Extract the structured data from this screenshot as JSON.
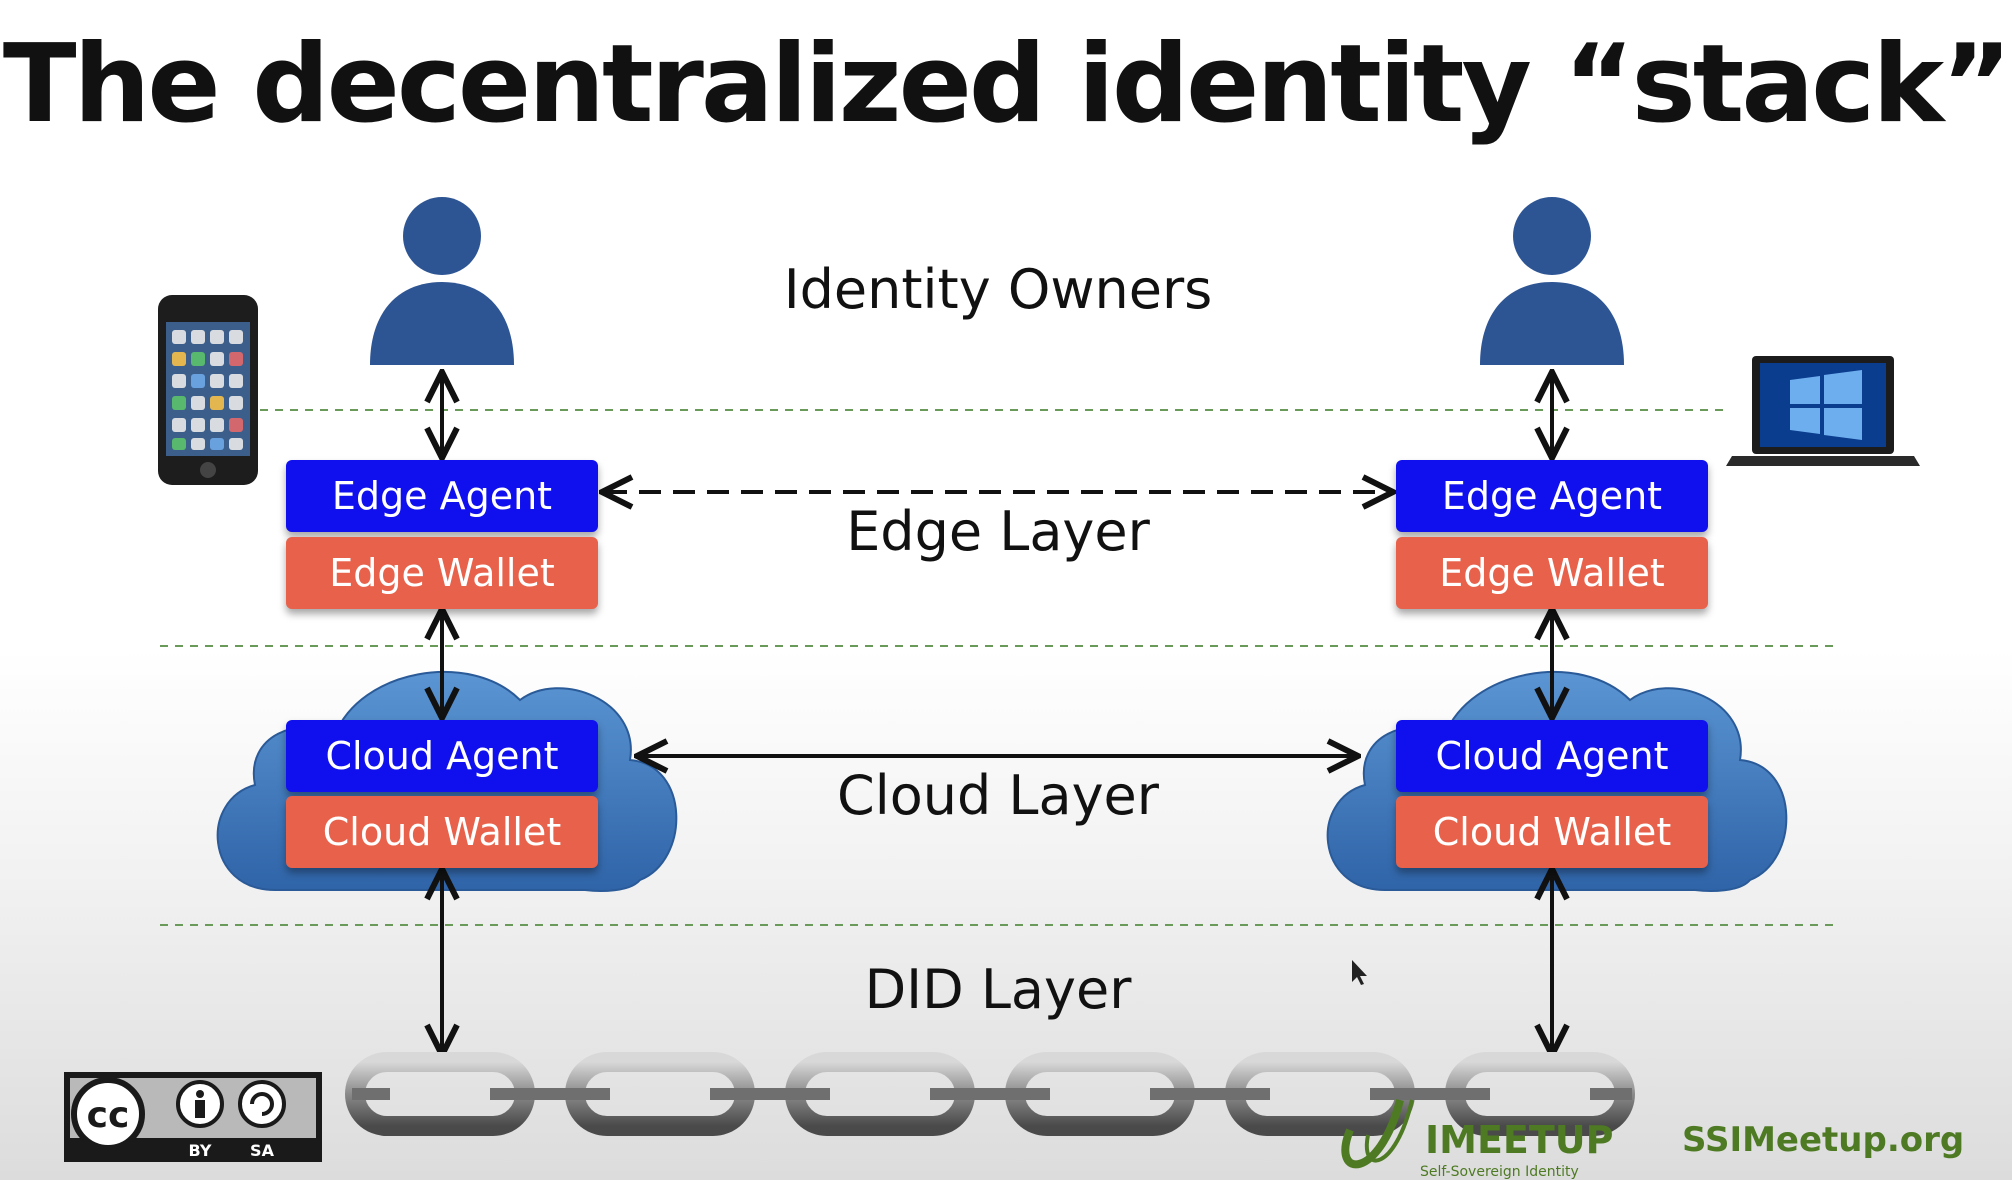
{
  "title": "The decentralized identity “stack”",
  "layers": {
    "identity_owners": "Identity Owners",
    "edge": "Edge Layer",
    "cloud": "Cloud Layer",
    "did": "DID Layer"
  },
  "left": {
    "edge_agent": "Edge Agent",
    "edge_wallet": "Edge Wallet",
    "cloud_agent": "Cloud Agent",
    "cloud_wallet": "Cloud Wallet",
    "device": "smartphone-icon"
  },
  "right": {
    "edge_agent": "Edge Agent",
    "edge_wallet": "Edge Wallet",
    "cloud_agent": "Cloud Agent",
    "cloud_wallet": "Cloud Wallet",
    "device": "laptop-icon"
  },
  "license": {
    "cc": "cc",
    "by": "BY",
    "sa": "SA"
  },
  "logo": {
    "wordmark": "IMEETUP",
    "tagline": "Self-Sovereign Identity"
  },
  "site": "SSIMeetup.org",
  "colors": {
    "agent": "#1010ee",
    "wallet": "#e8614a",
    "person": "#2d5493",
    "cloud": "#3f7cc0",
    "brand_green": "#4e7a23"
  }
}
